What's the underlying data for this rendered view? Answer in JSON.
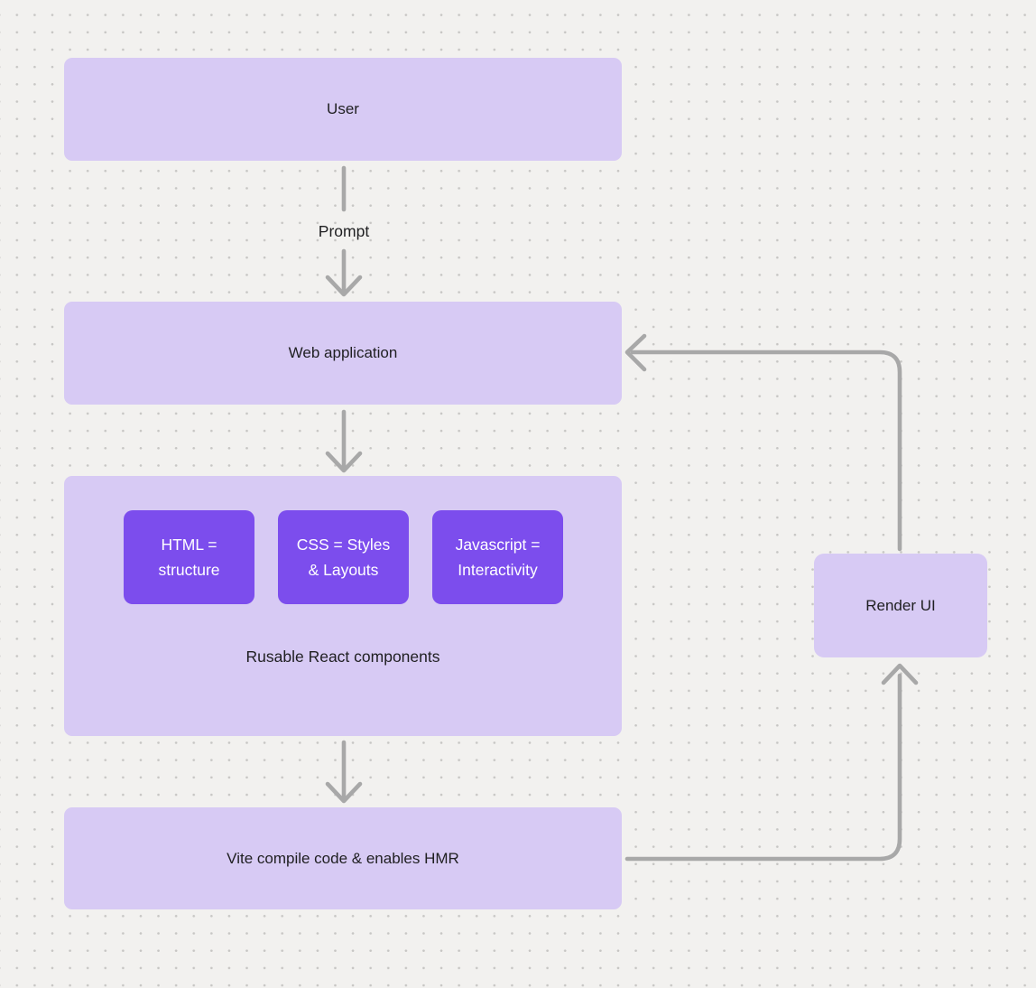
{
  "diagram": {
    "nodes": {
      "user": {
        "label": "User"
      },
      "web_application": {
        "label": "Web application"
      },
      "components_group": {
        "caption": "Rusable React components",
        "items": [
          "HTML = structure",
          "CSS = Styles & Layouts",
          "Javascript = Interactivity"
        ]
      },
      "vite": {
        "label": "Vite compile code & enables HMR"
      },
      "render_ui": {
        "label": "Render UI"
      }
    },
    "edges": {
      "prompt_label": "Prompt"
    },
    "colors": {
      "background": "#f2f1ef",
      "dot_grid": "#c7c6c4",
      "node_light_purple": "#d7caf4",
      "node_accent_purple": "#7c4ded",
      "arrow_gray": "#a8a8a8",
      "text_dark": "#1f1f21",
      "text_light": "#ffffff"
    }
  }
}
